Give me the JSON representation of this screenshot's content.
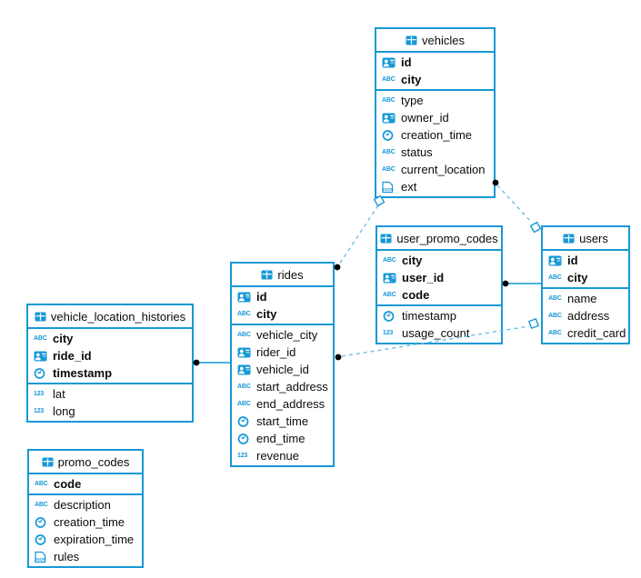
{
  "diagram": {
    "background": "#ffffff",
    "accent": "#1798d5",
    "dash_color": "#6cbde9",
    "dot_color": "#000000",
    "text_color": "#0b0b0b"
  },
  "icons": {
    "table": "table-icon",
    "id": "id-badge-icon",
    "text": "abc-icon",
    "time": "clock-icon",
    "number": "number-icon",
    "json": "json-icon",
    "text_glyph": "ABC",
    "number_glyph": "123",
    "json_glyph": "JSON"
  },
  "tables": {
    "vehicles": {
      "title": "vehicles",
      "fields": [
        {
          "name": "id",
          "type": "id",
          "key": true
        },
        {
          "name": "city",
          "type": "text",
          "key": true
        },
        {
          "name": "type",
          "type": "text",
          "key": false
        },
        {
          "name": "owner_id",
          "type": "id",
          "key": false
        },
        {
          "name": "creation_time",
          "type": "time",
          "key": false
        },
        {
          "name": "status",
          "type": "text",
          "key": false
        },
        {
          "name": "current_location",
          "type": "text",
          "key": false
        },
        {
          "name": "ext",
          "type": "json",
          "key": false
        }
      ]
    },
    "user_promo_codes": {
      "title": "user_promo_codes",
      "fields": [
        {
          "name": "city",
          "type": "text",
          "key": true
        },
        {
          "name": "user_id",
          "type": "id",
          "key": true
        },
        {
          "name": "code",
          "type": "text",
          "key": true
        },
        {
          "name": "timestamp",
          "type": "time",
          "key": false
        },
        {
          "name": "usage_count",
          "type": "number",
          "key": false
        }
      ]
    },
    "users": {
      "title": "users",
      "fields": [
        {
          "name": "id",
          "type": "id",
          "key": true
        },
        {
          "name": "city",
          "type": "text",
          "key": true
        },
        {
          "name": "name",
          "type": "text",
          "key": false
        },
        {
          "name": "address",
          "type": "text",
          "key": false
        },
        {
          "name": "credit_card",
          "type": "text",
          "key": false
        }
      ]
    },
    "rides": {
      "title": "rides",
      "fields": [
        {
          "name": "id",
          "type": "id",
          "key": true
        },
        {
          "name": "city",
          "type": "text",
          "key": true
        },
        {
          "name": "vehicle_city",
          "type": "text",
          "key": false
        },
        {
          "name": "rider_id",
          "type": "id",
          "key": false
        },
        {
          "name": "vehicle_id",
          "type": "id",
          "key": false
        },
        {
          "name": "start_address",
          "type": "text",
          "key": false
        },
        {
          "name": "end_address",
          "type": "text",
          "key": false
        },
        {
          "name": "start_time",
          "type": "time",
          "key": false
        },
        {
          "name": "end_time",
          "type": "time",
          "key": false
        },
        {
          "name": "revenue",
          "type": "number",
          "key": false
        }
      ]
    },
    "vehicle_location_histories": {
      "title": "vehicle_location_histories",
      "fields": [
        {
          "name": "city",
          "type": "text",
          "key": true
        },
        {
          "name": "ride_id",
          "type": "id",
          "key": true
        },
        {
          "name": "timestamp",
          "type": "time",
          "key": true
        },
        {
          "name": "lat",
          "type": "number",
          "key": false
        },
        {
          "name": "long",
          "type": "number",
          "key": false
        }
      ]
    },
    "promo_codes": {
      "title": "promo_codes",
      "fields": [
        {
          "name": "code",
          "type": "text",
          "key": true
        },
        {
          "name": "description",
          "type": "text",
          "key": false
        },
        {
          "name": "creation_time",
          "type": "time",
          "key": false
        },
        {
          "name": "expiration_time",
          "type": "time",
          "key": false
        },
        {
          "name": "rules",
          "type": "json",
          "key": false
        }
      ]
    }
  },
  "relations": [
    {
      "from": "vehicles",
      "to": "rides",
      "style": "dashed",
      "from_marker": "diamond",
      "to_marker": "dot"
    },
    {
      "from": "vehicles",
      "to": "users",
      "style": "dashed",
      "from_marker": "dot",
      "to_marker": "diamond"
    },
    {
      "from": "rides",
      "to": "users",
      "style": "dashed",
      "from_marker": "dot",
      "to_marker": "diamond"
    },
    {
      "from": "user_promo_codes",
      "to": "users",
      "style": "solid",
      "from_marker": "dot",
      "to_marker": "none"
    },
    {
      "from": "vehicle_location_histories",
      "to": "rides",
      "style": "solid",
      "from_marker": "dot",
      "to_marker": "none"
    }
  ]
}
